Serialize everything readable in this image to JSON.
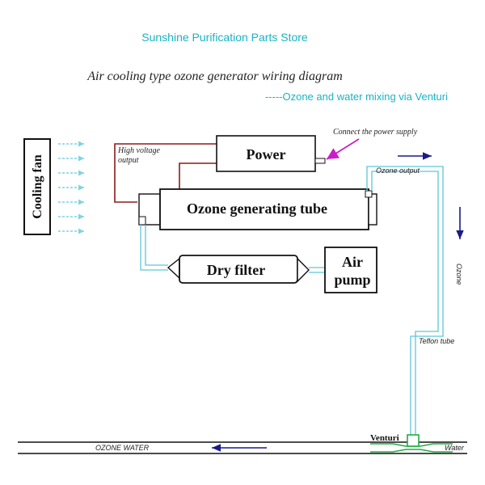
{
  "header": {
    "store_name": "Sunshine Purification Parts Store",
    "title": "Air cooling type ozone generator wiring diagram",
    "subtitle": "-----Ozone and water mixing via Venturi"
  },
  "components": {
    "cooling_fan": "Cooling fan",
    "power": "Power",
    "ozone_tube": "Ozone generating tube",
    "dry_filter": "Dry filter",
    "air_pump_line1": "Air",
    "air_pump_line2": "pump",
    "venturi": "Venturi"
  },
  "annotations": {
    "high_voltage_line1": "High voltage",
    "high_voltage_line2": "output",
    "connect_power": "Connect the power supply",
    "ozone_output": "Ozone output",
    "ozone": "Ozone",
    "teflon_tube": "Teflon tube",
    "ozone_water": "OZONE WATER",
    "water": "Water"
  },
  "colors": {
    "store_text": "#19b3c3",
    "fan_arrows": "#7fd4e0",
    "hv_wire": "#8b1a1a",
    "pipe": "#5cc6d6",
    "flow_arrow": "#1a1a8c",
    "connect_arrow": "#c81ec8",
    "venturi": "#22aa44"
  }
}
